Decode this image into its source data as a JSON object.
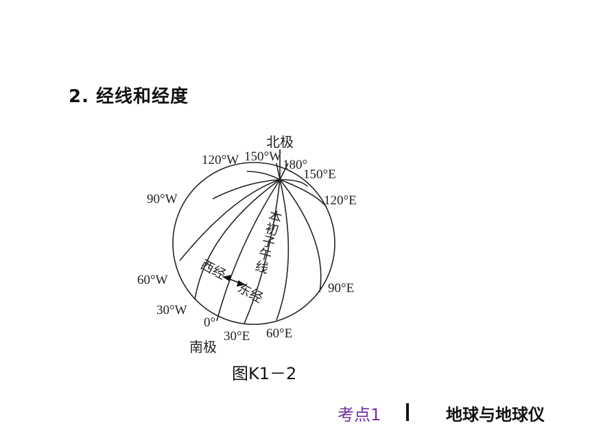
{
  "slide": {
    "title": "2. 经线和经度",
    "caption": "图K1－2"
  },
  "diagram": {
    "north_pole": "北极",
    "south_pole": "南极",
    "meridian_name": "本初子午线",
    "west_label": "西经",
    "east_label": "东经",
    "lon_0": "0°",
    "lon_30E": "30°E",
    "lon_60E": "60°E",
    "lon_90E": "90°E",
    "lon_120E": "120°E",
    "lon_150E": "150°E",
    "lon_180": "180°",
    "lon_150W": "150°W",
    "lon_120W": "120°W",
    "lon_90W": "90°W",
    "lon_60W": "60°W",
    "lon_30W": "30°W"
  },
  "footer": {
    "topic": "考点1",
    "title": "地球与地球仪"
  }
}
